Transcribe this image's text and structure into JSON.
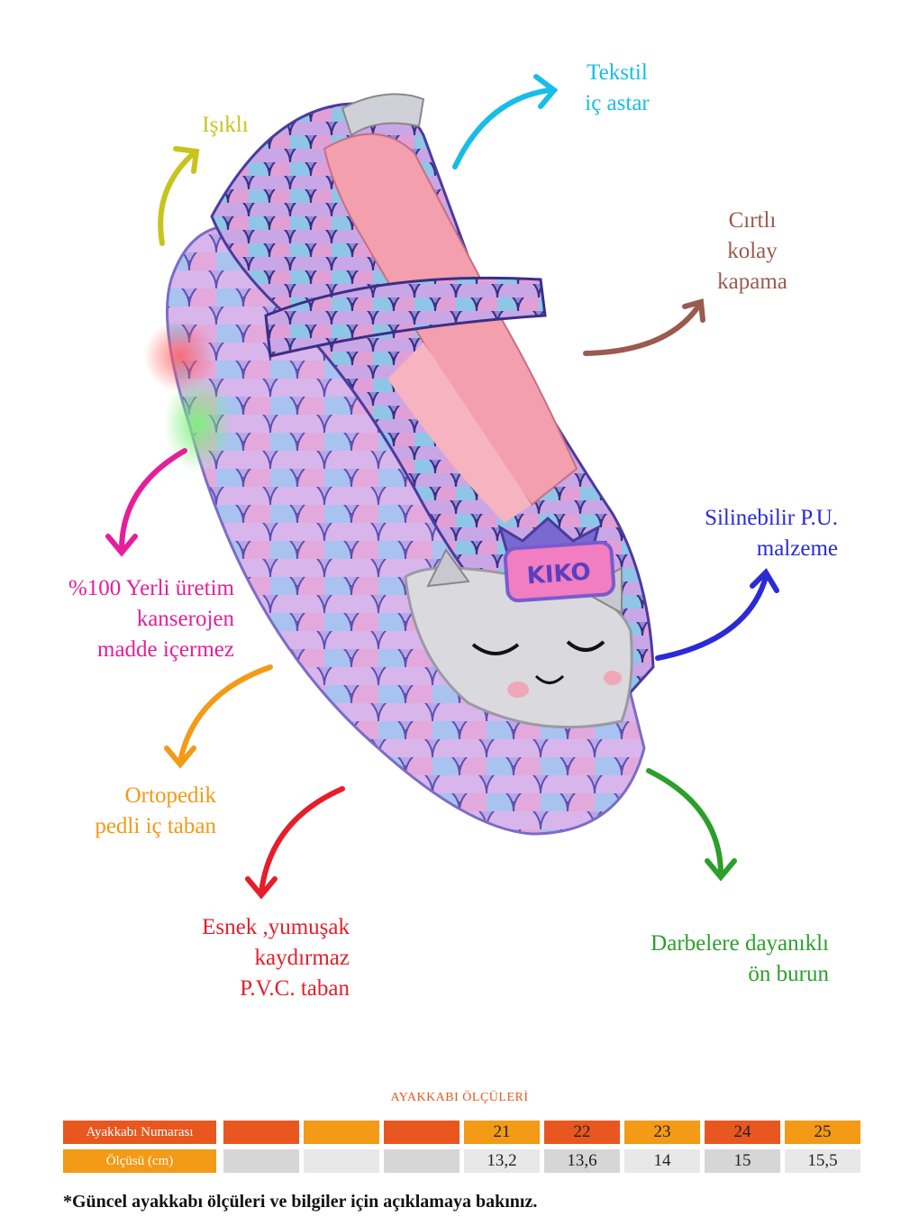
{
  "callouts": [
    {
      "id": "isikli",
      "lines": [
        "Işıklı"
      ],
      "color": "#c8c41e"
    },
    {
      "id": "tekstil",
      "lines": [
        "Tekstil",
        "iç astar"
      ],
      "color": "#17bde8"
    },
    {
      "id": "cirtli",
      "lines": [
        "Cırtlı",
        "kolay",
        "kapama"
      ],
      "color": "#9b5a4e"
    },
    {
      "id": "yerli",
      "lines": [
        "%100 Yerli üretim",
        "kanserojen",
        "madde içermez"
      ],
      "color": "#e61e9a"
    },
    {
      "id": "pu",
      "lines": [
        "Silinebilir P.U.",
        "malzeme"
      ],
      "color": "#2a2ad8"
    },
    {
      "id": "ortopedik",
      "lines": [
        "Ortopedik",
        "pedli iç taban"
      ],
      "color": "#f39a16"
    },
    {
      "id": "esnek",
      "lines": [
        "Esnek ,yumuşak",
        "kaydırmaz",
        "P.V.C. taban"
      ],
      "color": "#e61e2a"
    },
    {
      "id": "darbe",
      "lines": [
        "Darbelere dayanıklı",
        "ön burun"
      ],
      "color": "#2aa02a"
    }
  ],
  "product": {
    "badge_text": "KIKO"
  },
  "size_table": {
    "title": "AYAKKABI ÖLÇÜLERİ",
    "row1_label": "Ayakkabı Numarası",
    "row2_label": "Ölçüsü (cm)",
    "sizes": [
      "",
      "",
      "",
      "21",
      "22",
      "23",
      "24",
      "25"
    ],
    "lengths": [
      "",
      "",
      "",
      "13,2",
      "13,6",
      "14",
      "15",
      "15,5"
    ],
    "colors": {
      "orange_dark": "#e8571f",
      "orange_light": "#f39a16",
      "grey": "#d6d6d6",
      "grey_light": "#e8e8e8"
    }
  },
  "footnote": "*Güncel ayakkabı ölçüleri ve bilgiler için açıklamaya bakınız."
}
